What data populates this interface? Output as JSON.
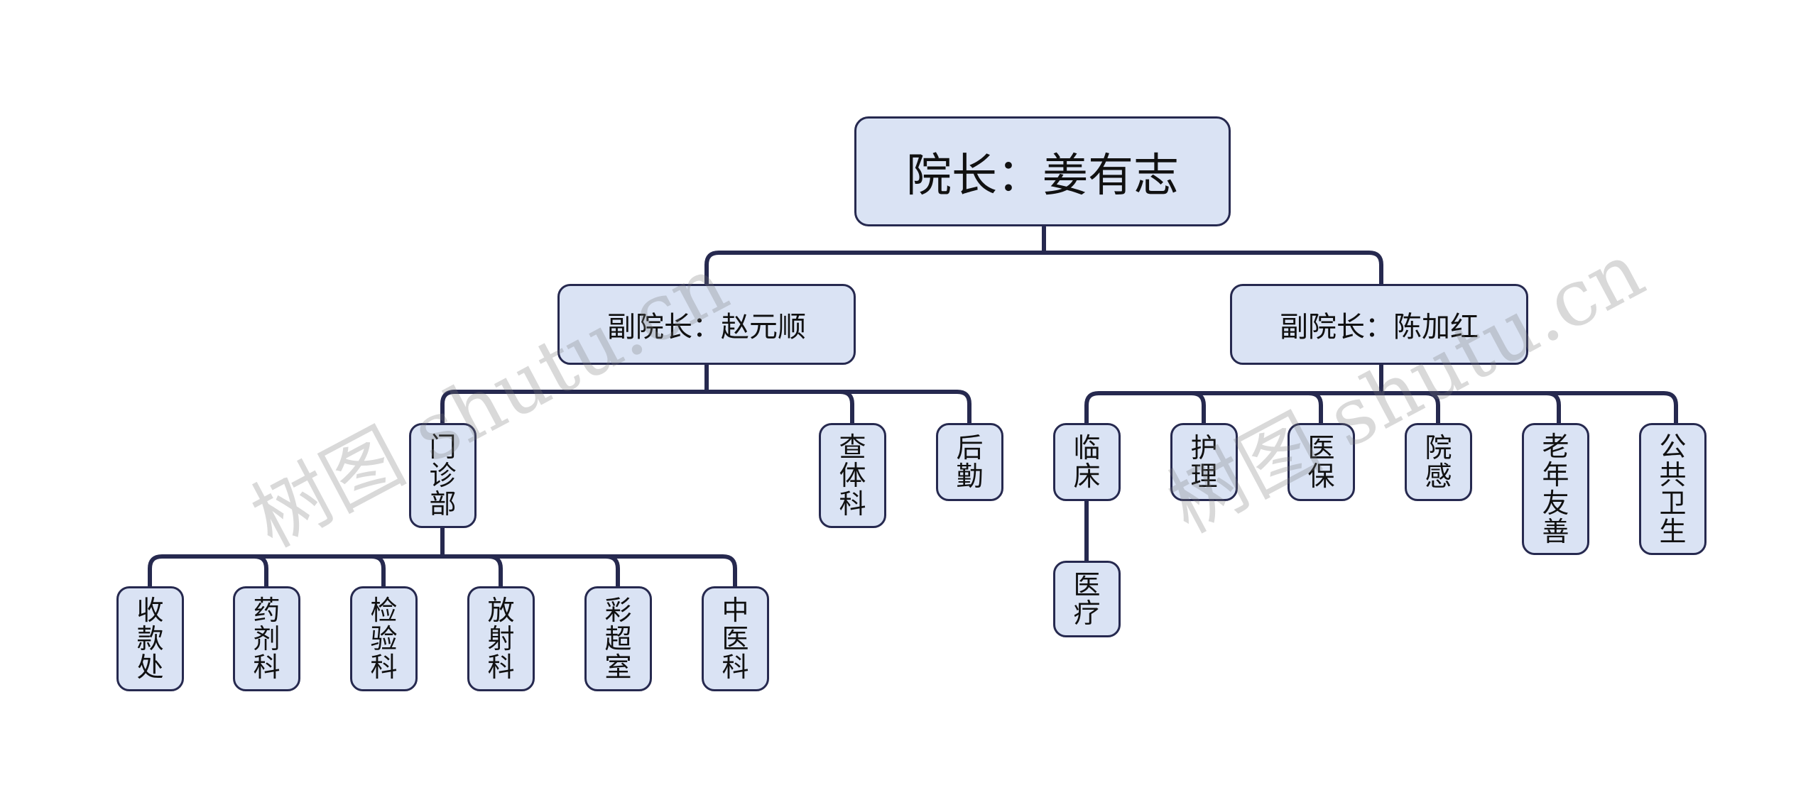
{
  "watermark": "树图 shutu.cn",
  "colors": {
    "node_fill": "#dae3f4",
    "border": "#26294f",
    "connector": "#26294f"
  },
  "root": {
    "label": "院长：姜有志"
  },
  "vp_left": {
    "label": "副院长：赵元顺"
  },
  "vp_right": {
    "label": "副院长：陈加红"
  },
  "left_depts": [
    "门诊部",
    "查体科",
    "后勤"
  ],
  "outpatient_units": [
    "收款处",
    "药剂科",
    "检验科",
    "放射科",
    "彩超室",
    "中医科"
  ],
  "right_depts": [
    "临床",
    "护理",
    "医保",
    "院感",
    "老年友善",
    "公共卫生"
  ],
  "clinical_units": [
    "医疗"
  ]
}
